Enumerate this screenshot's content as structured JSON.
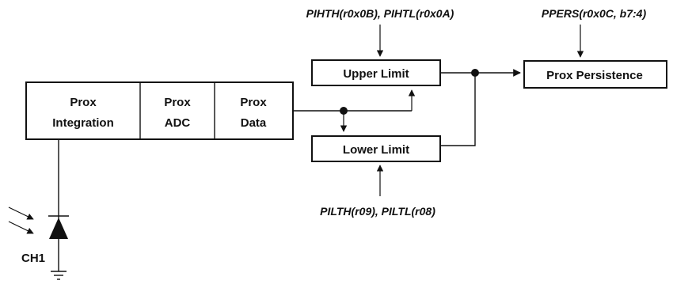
{
  "blocks": {
    "prox_integration": [
      "Prox",
      "Integration"
    ],
    "prox_adc": [
      "Prox",
      "ADC"
    ],
    "prox_data": [
      "Prox",
      "Data"
    ],
    "upper_limit": "Upper Limit",
    "lower_limit": "Lower Limit",
    "prox_persistence": "Prox Persistence"
  },
  "registers": {
    "upper": "PIHTH(r0x0B), PIHTL(r0x0A)",
    "lower": "PILTH(r09), PILTL(r08)",
    "persistence": "PPERS(r0x0C, b7:4)"
  },
  "photodiode": {
    "label": "CH1"
  }
}
